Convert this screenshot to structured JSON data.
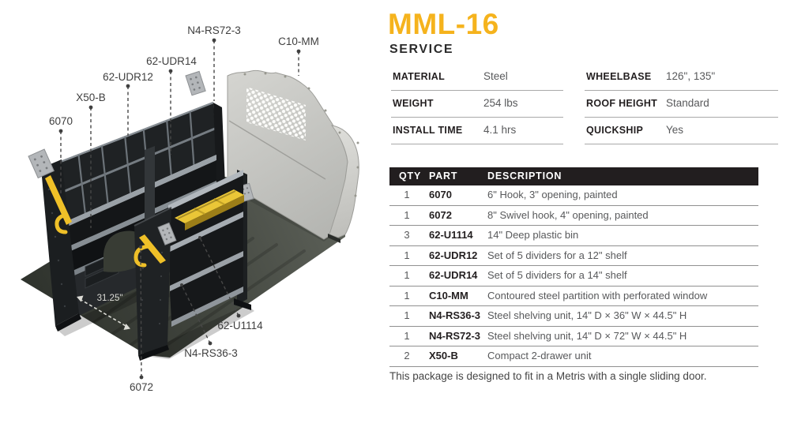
{
  "header": {
    "model": "MML-16",
    "category": "SERVICE"
  },
  "specs": {
    "left": [
      {
        "label": "MATERIAL",
        "value": "Steel"
      },
      {
        "label": "WEIGHT",
        "value": "254 lbs"
      },
      {
        "label": "INSTALL TIME",
        "value": "4.1 hrs"
      }
    ],
    "right": [
      {
        "label": "WHEELBASE",
        "value": "126\", 135\""
      },
      {
        "label": "ROOF HEIGHT",
        "value": "Standard"
      },
      {
        "label": "QUICKSHIP",
        "value": "Yes"
      }
    ]
  },
  "parts_table": {
    "columns": [
      "QTY",
      "PART",
      "DESCRIPTION"
    ],
    "rows": [
      {
        "qty": "1",
        "part": "6070",
        "description": "6\" Hook, 3\" opening, painted"
      },
      {
        "qty": "1",
        "part": "6072",
        "description": "8\" Swivel hook, 4\" opening, painted"
      },
      {
        "qty": "3",
        "part": "62-U1114",
        "description": "14\" Deep plastic bin"
      },
      {
        "qty": "1",
        "part": "62-UDR12",
        "description": "Set of 5 dividers for a 12\" shelf"
      },
      {
        "qty": "1",
        "part": "62-UDR14",
        "description": "Set of 5 dividers for a 14\" shelf"
      },
      {
        "qty": "1",
        "part": "C10-MM",
        "description": "Contoured steel partition with perforated window"
      },
      {
        "qty": "1",
        "part": "N4-RS36-3",
        "description": "Steel shelving unit, 14\" D × 36\" W × 44.5\" H"
      },
      {
        "qty": "1",
        "part": "N4-RS72-3",
        "description": "Steel shelving unit, 14\" D × 72\" W × 44.5\" H"
      },
      {
        "qty": "2",
        "part": "X50-B",
        "description": "Compact 2-drawer unit"
      }
    ]
  },
  "footer_note": "This package is designed to fit in a Metris with a single sliding door.",
  "diagram": {
    "labels": {
      "hook6070": "6070",
      "x50b": "X50-B",
      "udr12": "62-UDR12",
      "udr14": "62-UDR14",
      "rs72": "N4-RS72-3",
      "c10mm": "C10-MM",
      "u1114": "62-U1114",
      "rs36": "N4-RS36-3",
      "hook6072": "6072",
      "floor_dimension": "31.25\""
    }
  },
  "colors": {
    "accent_gold": "#F5B31D",
    "table_header_bg": "#221E1F",
    "steel_dark": "#26292B",
    "rail_gray": "#9AA0A6",
    "bin_yellow": "#EFC028",
    "partition_gray": "#C9C9C6",
    "floor_dark": "#3C403A"
  }
}
